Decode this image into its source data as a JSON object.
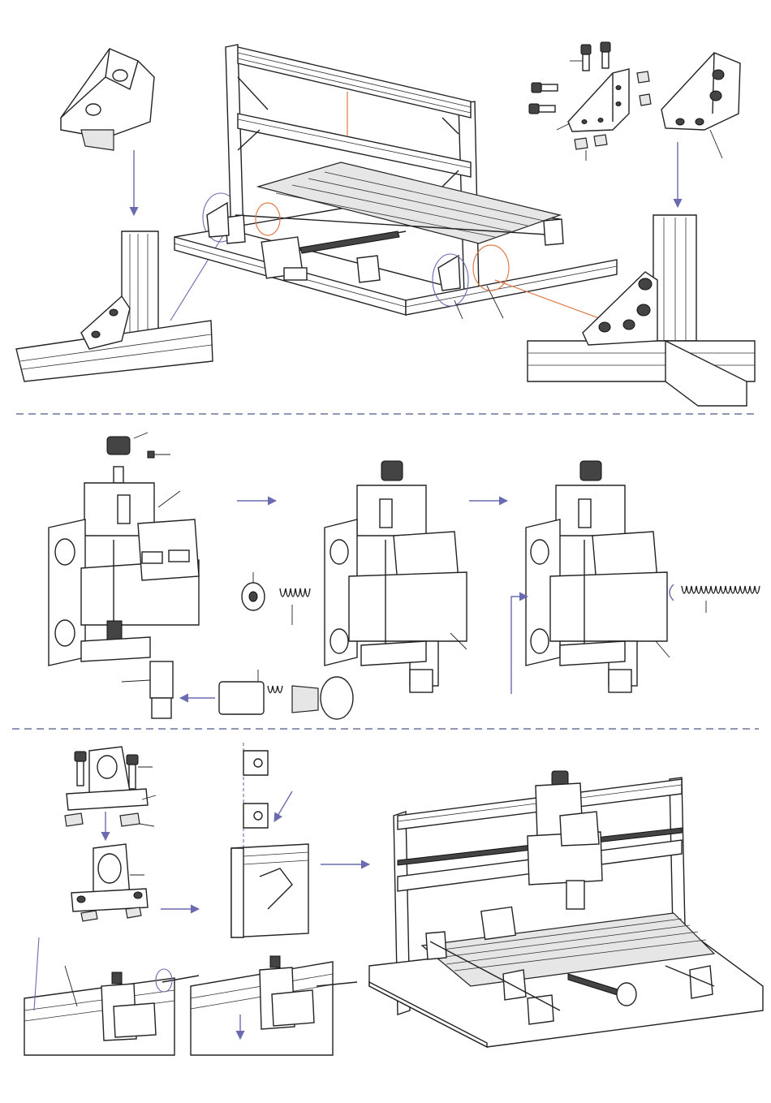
{
  "colors": {
    "line": "#222222",
    "arrow": "#6a6ab0",
    "separator": "#4a5a8a",
    "highlight": "#e07a4a",
    "background": "#ffffff"
  },
  "diagram": {
    "sections": [
      {
        "id": "frame-assembly",
        "parts": [
          "corner-bracket",
          "aluminum-extrusion-frame",
          "bracket-screws",
          "t-nuts"
        ]
      },
      {
        "id": "spindle-assembly",
        "parts": [
          "knob",
          "stepper-motor",
          "spindle-motor",
          "lock-nut",
          "spring",
          "collet",
          "er11-nut"
        ]
      },
      {
        "id": "rail-assembly",
        "parts": [
          "shaft-support",
          "rail-clip",
          "finished-machine"
        ]
      }
    ]
  }
}
